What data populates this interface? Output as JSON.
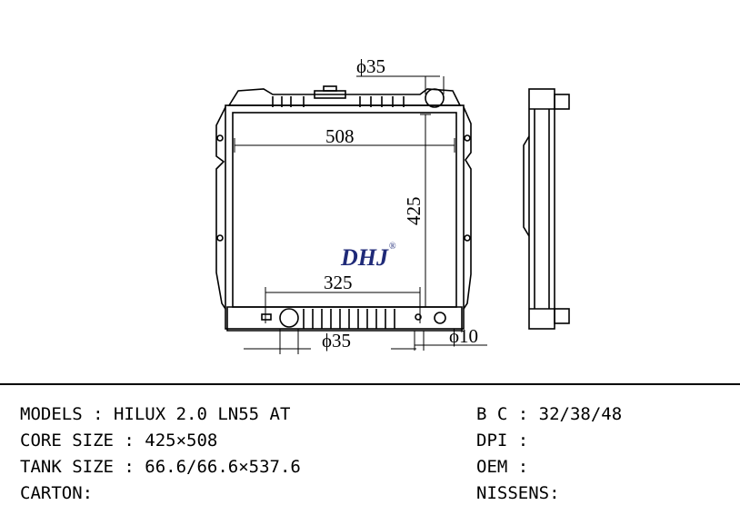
{
  "logo": {
    "brand": "DHJ",
    "mark": "®"
  },
  "dimensions": {
    "top_pipe": "ϕ35",
    "core_width": "508",
    "core_height": "425",
    "tank_pitch": "325",
    "bottom_pipe": "ϕ35",
    "drain": "ϕ10"
  },
  "specs": {
    "models": "MODELS : HILUX 2.0 LN55 AT",
    "core_size": "CORE SIZE : 425×508",
    "tank_size": "TANK SIZE : 66.6/66.6×537.6",
    "carton": "CARTON:",
    "bc": "B C : 32/38/48",
    "dpi": "DPI :",
    "oem": "OEM :",
    "nissens": "NISSENS:"
  }
}
